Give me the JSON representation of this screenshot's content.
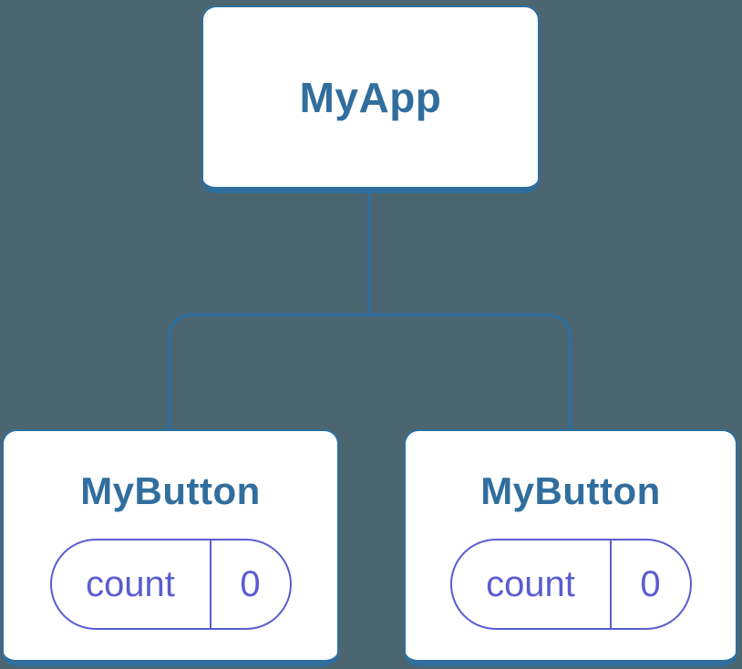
{
  "colors": {
    "background": "#4C6671",
    "node_fill": "#FFFFFF",
    "node_border": "#2E6F9E",
    "node_label_text": "#316E9D",
    "connector_line": "#2E6F9E",
    "state_accent": "#5A5CD0"
  },
  "diagram": {
    "type": "component-tree",
    "root": {
      "label": "MyApp"
    },
    "children": [
      {
        "label": "MyButton",
        "state": {
          "key": "count",
          "value": "0"
        }
      },
      {
        "label": "MyButton",
        "state": {
          "key": "count",
          "value": "0"
        }
      }
    ],
    "edges": [
      "MyApp->MyButton(left)",
      "MyApp->MyButton(right)"
    ]
  }
}
